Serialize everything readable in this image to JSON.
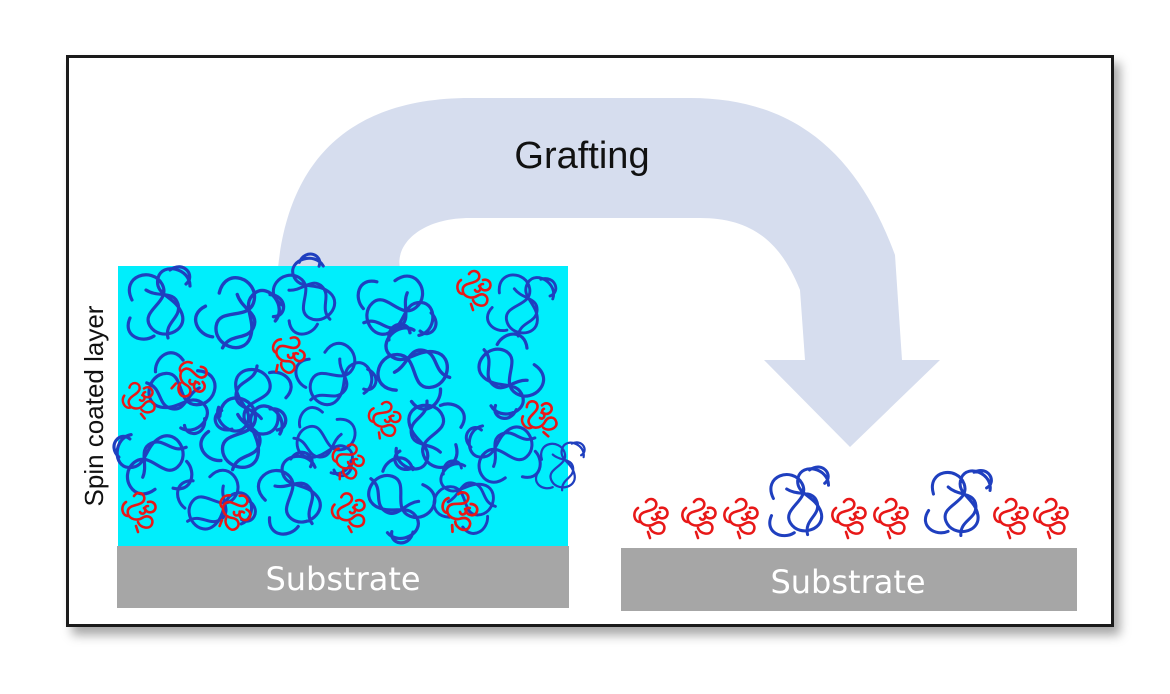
{
  "process_label": "Grafting",
  "layer_label": "Spin coated layer",
  "substrate_left_label": "Substrate",
  "substrate_right_label": "Substrate",
  "colors": {
    "arrow": "#d6ddee",
    "layer": "#00eefc",
    "substrate": "#a6a6a6",
    "long_chain": "#1f3fbf",
    "short_chain": "#e81818",
    "frame": "#1a1a1a"
  },
  "icons": {
    "long_chain": "long-polymer-coil-icon",
    "short_chain": "short-polymer-coil-icon"
  }
}
